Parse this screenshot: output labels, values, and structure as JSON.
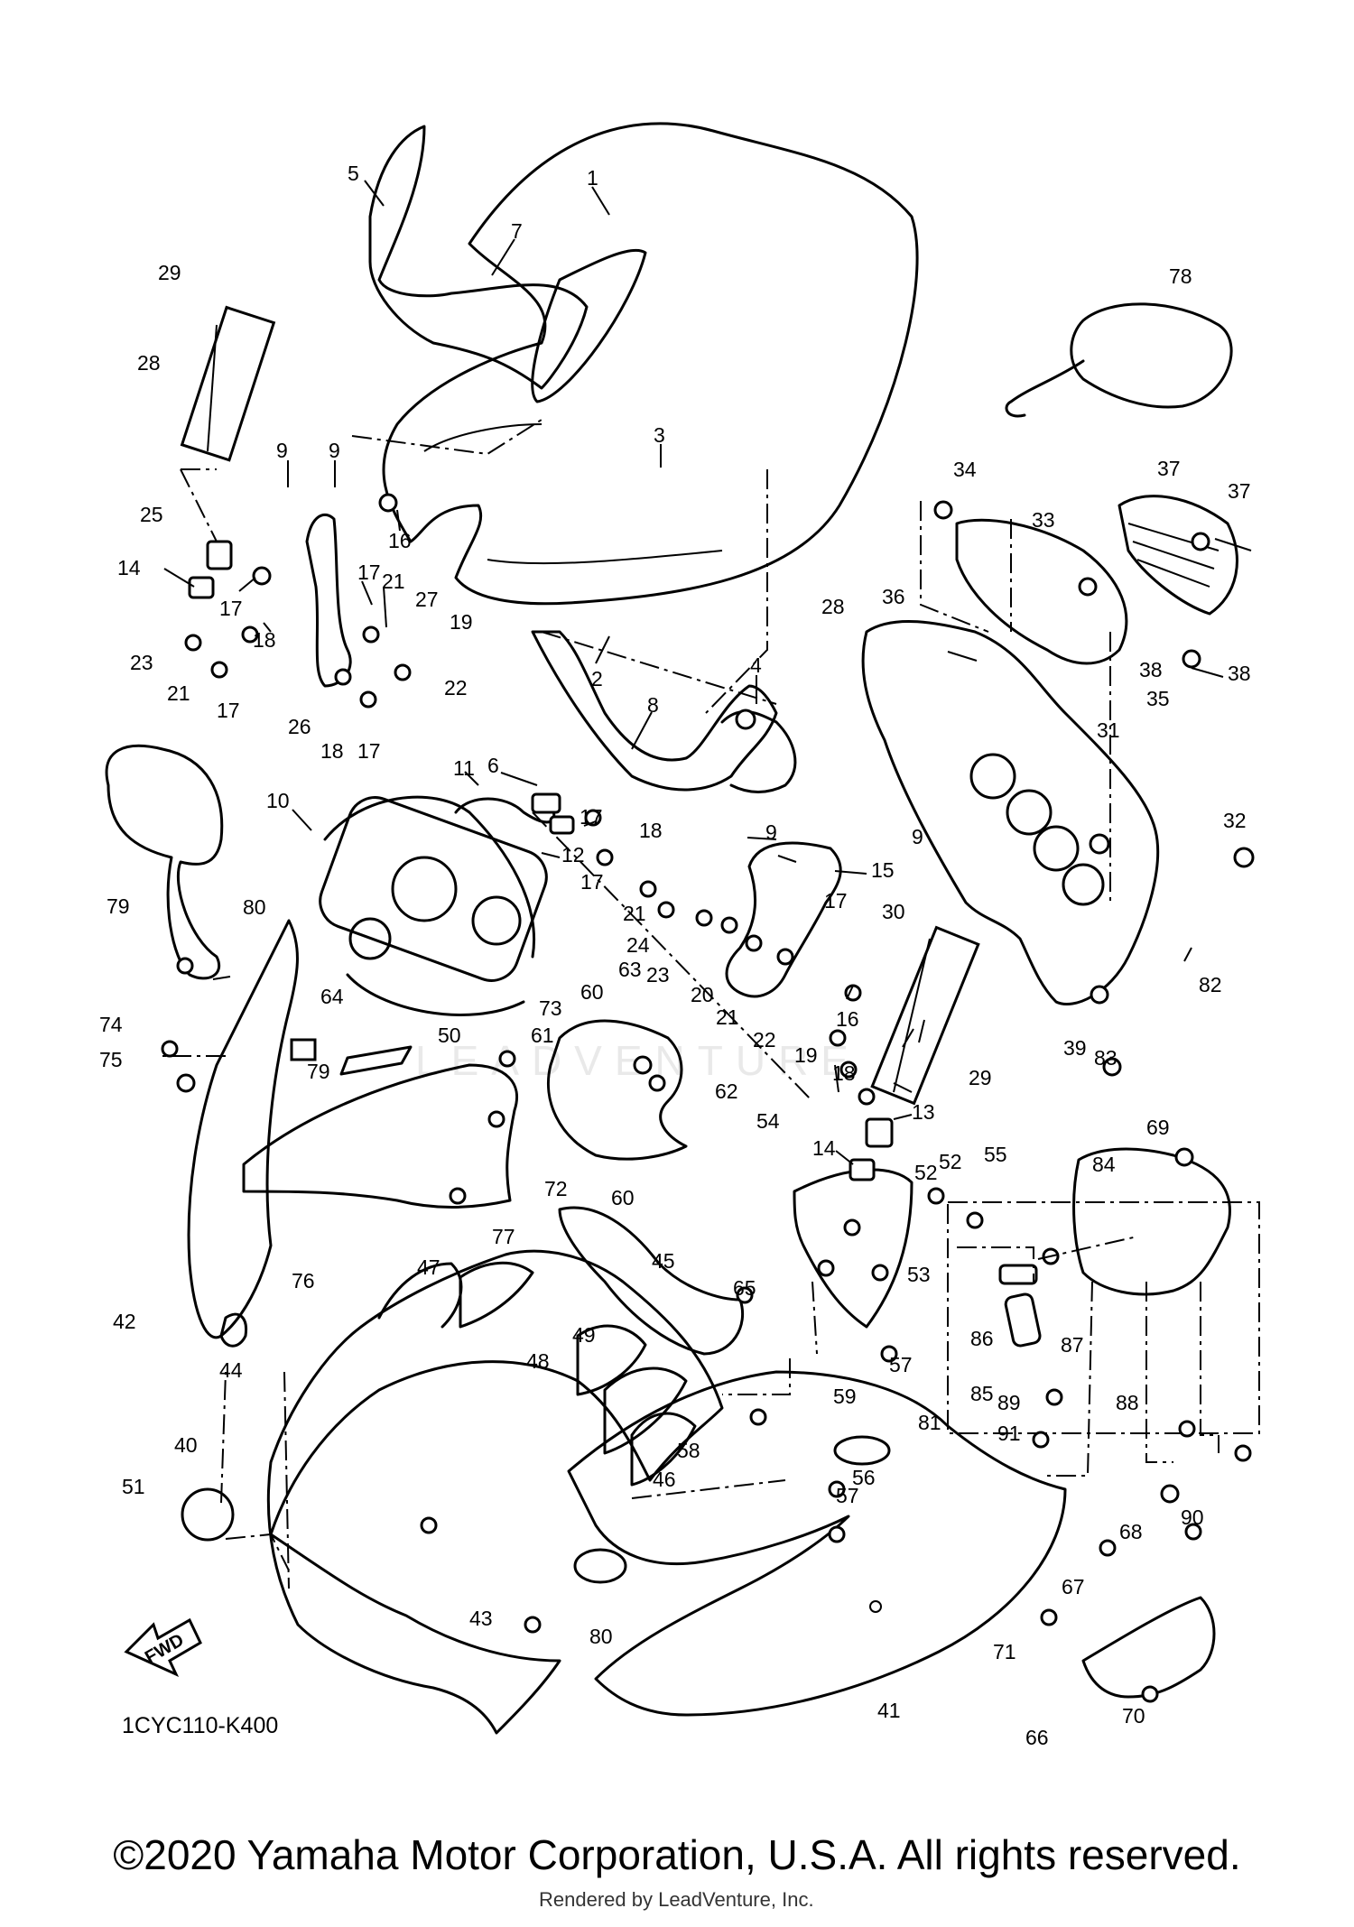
{
  "diagram_code": "1CYC110-K400",
  "fwd_label": "FWD",
  "watermark": "LEADVENTURE",
  "copyright": "©2020 Yamaha Motor Corporation, U.S.A. All rights reserved.",
  "rendered_by": "Rendered by LeadVenture, Inc.",
  "callouts": [
    "1",
    "2",
    "3",
    "4",
    "5",
    "6",
    "7",
    "8",
    "9",
    "9",
    "9",
    "9",
    "10",
    "11",
    "12",
    "13",
    "14",
    "14",
    "15",
    "16",
    "16",
    "17",
    "17",
    "17",
    "17",
    "17",
    "17",
    "17",
    "18",
    "18",
    "18",
    "18",
    "19",
    "19",
    "20",
    "21",
    "21",
    "21",
    "21",
    "22",
    "22",
    "23",
    "23",
    "24",
    "25",
    "26",
    "27",
    "28",
    "28",
    "29",
    "29",
    "30",
    "31",
    "32",
    "33",
    "34",
    "35",
    "36",
    "37",
    "37",
    "38",
    "38",
    "39",
    "40",
    "41",
    "42",
    "43",
    "44",
    "45",
    "46",
    "47",
    "48",
    "49",
    "50",
    "51",
    "52",
    "52",
    "53",
    "54",
    "55",
    "56",
    "57",
    "57",
    "58",
    "59",
    "60",
    "60",
    "61",
    "62",
    "63",
    "64",
    "65",
    "66",
    "67",
    "68",
    "69",
    "70",
    "71",
    "72",
    "73",
    "74",
    "75",
    "76",
    "77",
    "78",
    "79",
    "79",
    "80",
    "80",
    "81",
    "82",
    "83",
    "84",
    "85",
    "86",
    "87",
    "88",
    "89",
    "90",
    "91"
  ]
}
